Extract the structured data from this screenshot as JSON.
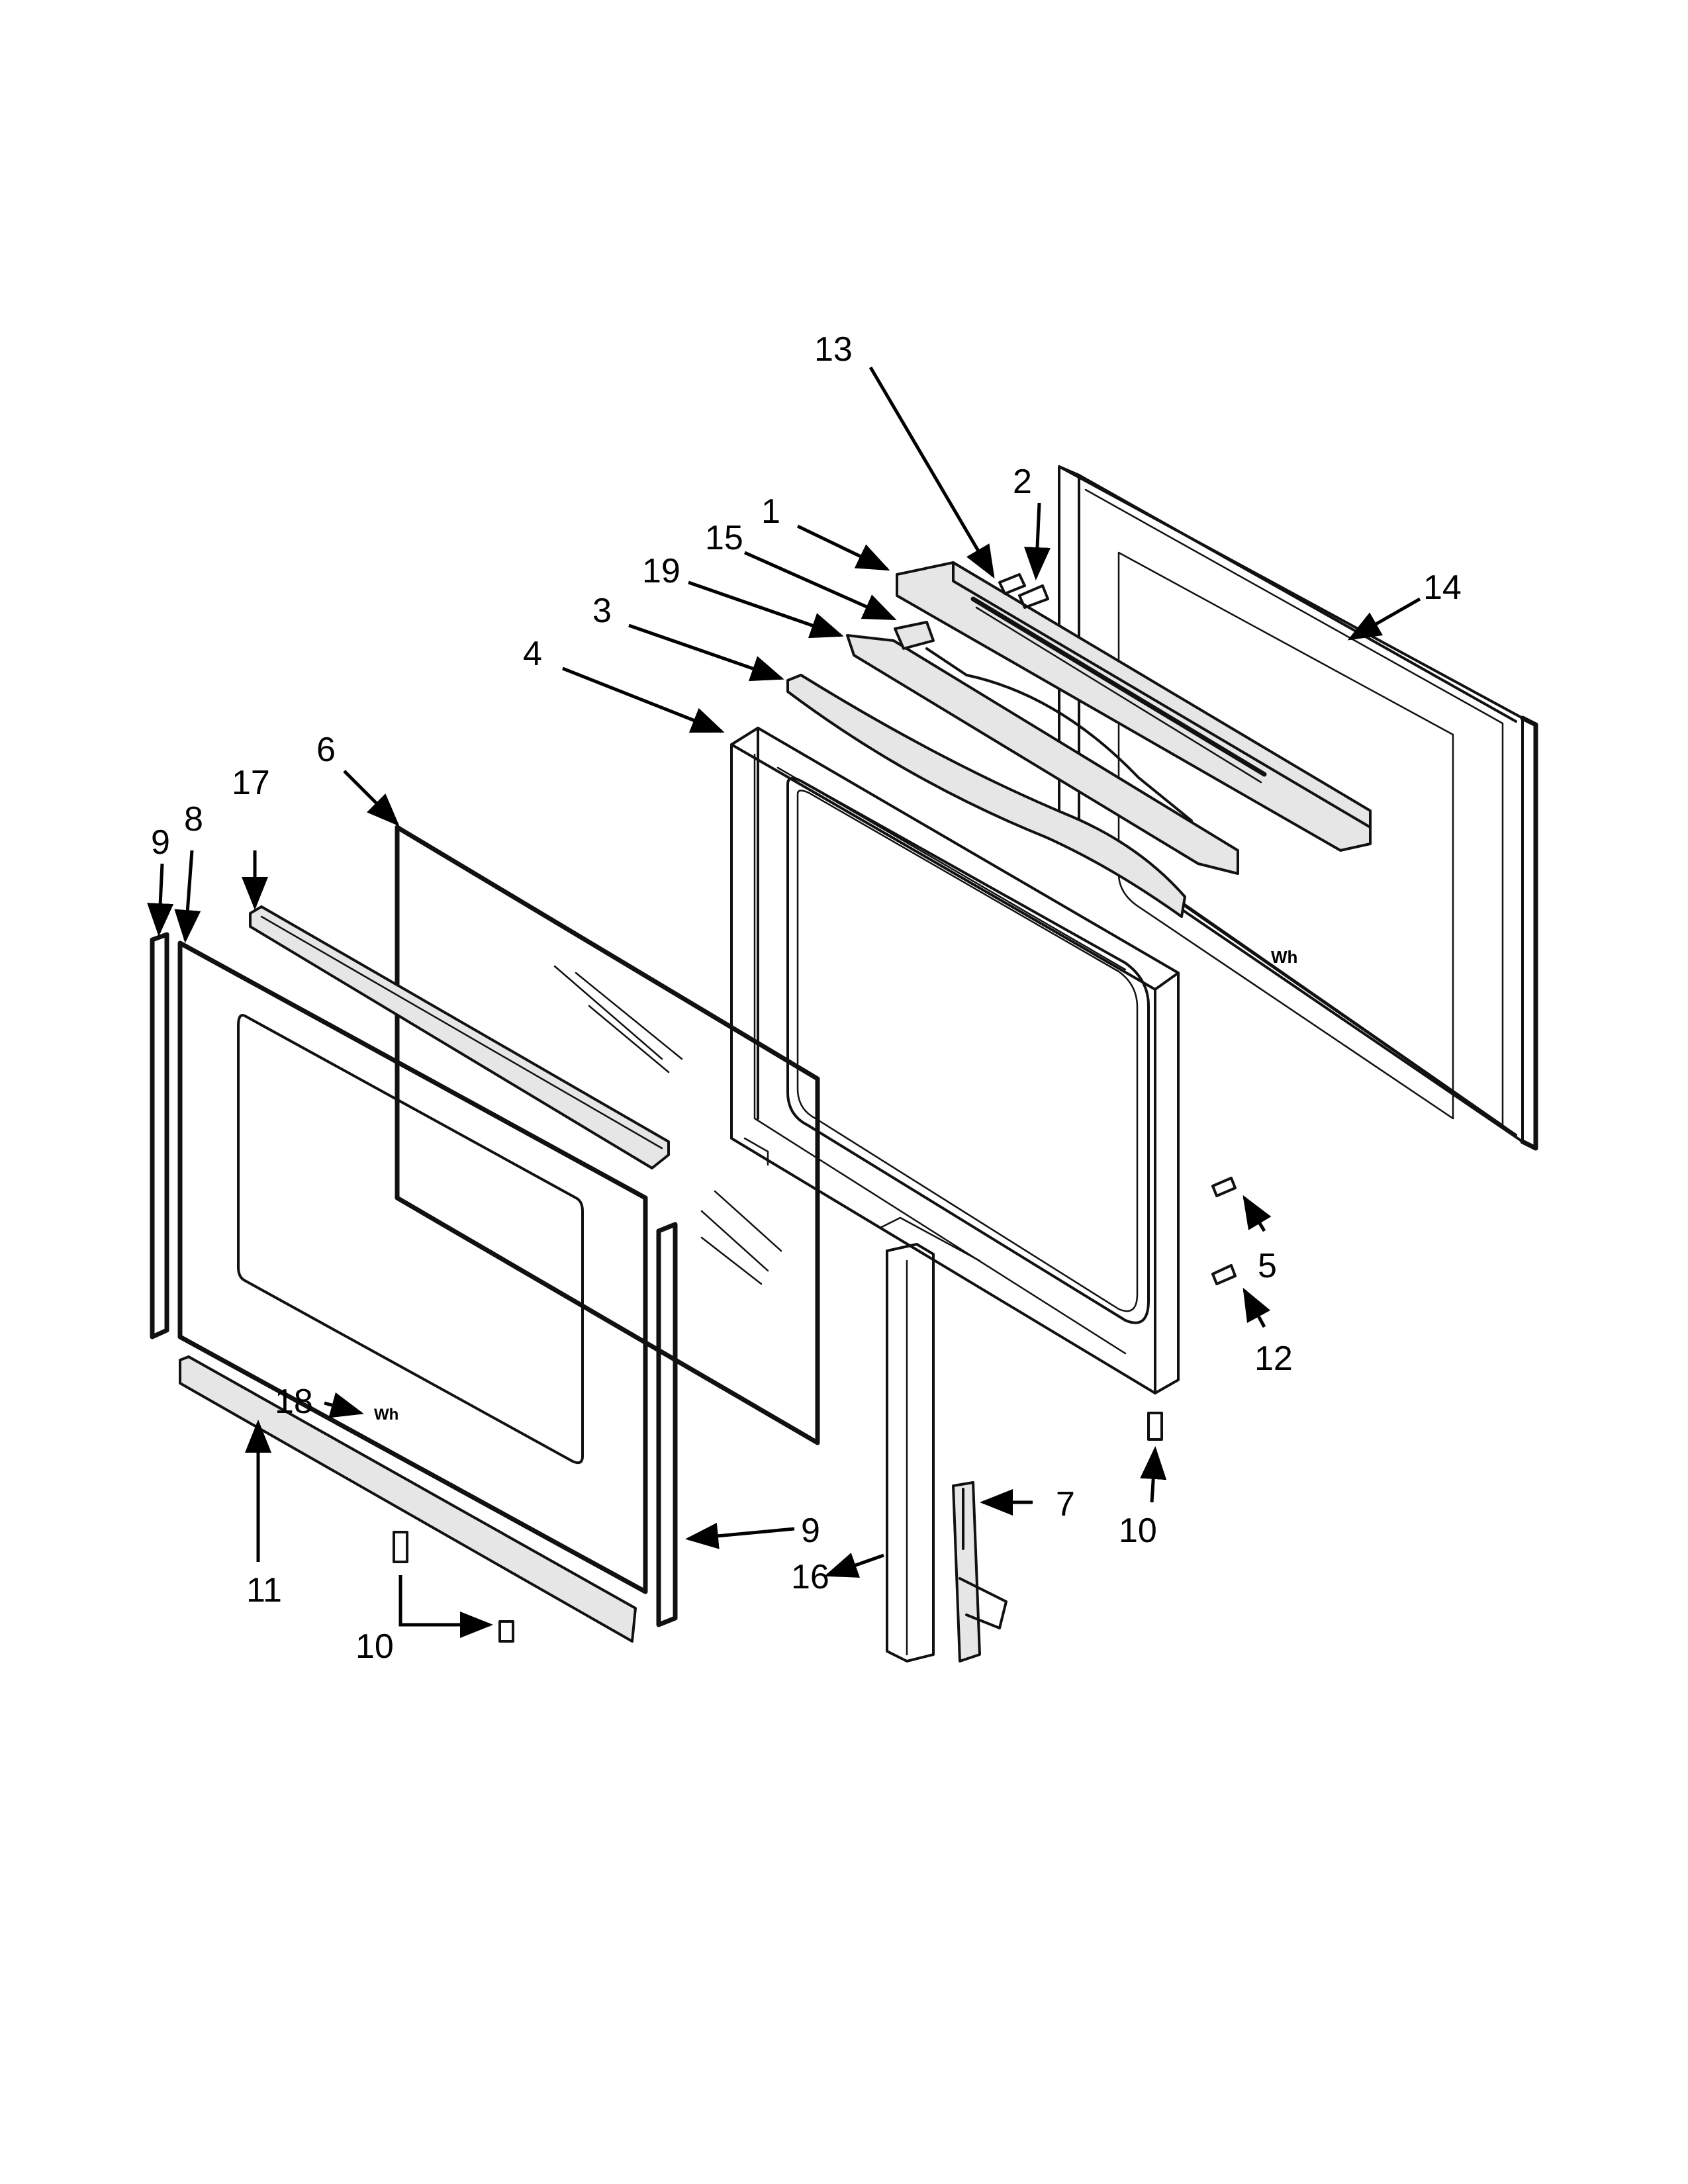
{
  "diagram": {
    "callouts": {
      "c13": "13",
      "c2": "2",
      "c1": "1",
      "c15": "15",
      "c19": "19",
      "c3": "3",
      "c14": "14",
      "c4": "4",
      "c6": "6",
      "c17": "17",
      "c9a": "9",
      "c8": "8",
      "c5": "5",
      "c12": "12",
      "c10a": "10",
      "c7": "7",
      "c9b": "9",
      "c16": "16",
      "c18": "18",
      "c11": "11",
      "c10b": "10"
    }
  }
}
